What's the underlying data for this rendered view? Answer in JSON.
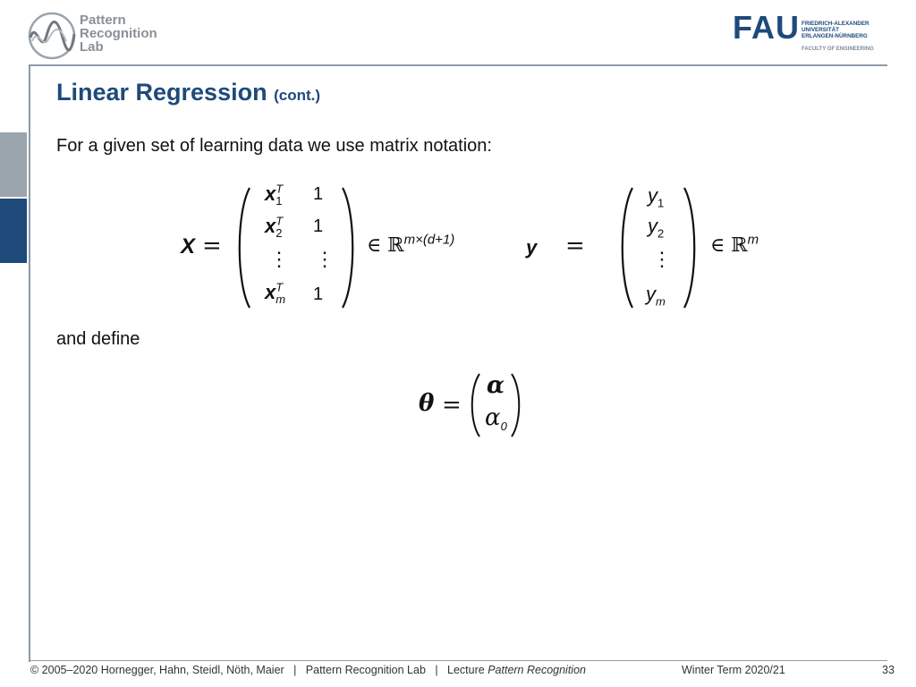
{
  "header": {
    "lab_logo_lines": [
      "Pattern",
      "Recognition",
      "Lab"
    ],
    "fau_letters": "FAU",
    "fau_lines": [
      "FRIEDRICH-ALEXANDER",
      "UNIVERSITÄT",
      "ERLANGEN-NÜRNBERG"
    ],
    "fau_faculty": "FACULTY OF ENGINEERING"
  },
  "slide": {
    "title": "Linear Regression",
    "title_suffix": "(cont.)",
    "intro": "For a given set of learning data we use matrix notation:",
    "define": "and define"
  },
  "equations": {
    "X_lhs": "X",
    "eq": "=",
    "one": "1",
    "vdots": "⋮",
    "x": "x",
    "T": "T",
    "sub1": "1",
    "sub2": "2",
    "subm": "m",
    "in": "∈",
    "R": "ℝ",
    "X_space": "m×(d+1)",
    "y_lhs": "y",
    "y_letter": "y",
    "y_space": "m",
    "theta": "θ",
    "alpha": "α",
    "alpha0_sub": "0"
  },
  "footer": {
    "copyright": "© 2005–2020 Hornegger, Hahn, Steidl, Nöth, Maier",
    "sep": "|",
    "lab": "Pattern Recognition Lab",
    "lecture_prefix": "Lecture",
    "lecture_name": "Pattern Recognition",
    "term": "Winter Term 2020/21",
    "page": "33"
  },
  "colors": {
    "accent": "#1e4a7a",
    "rule": "#8e9aa6",
    "side_grey": "#9aa5ae"
  }
}
